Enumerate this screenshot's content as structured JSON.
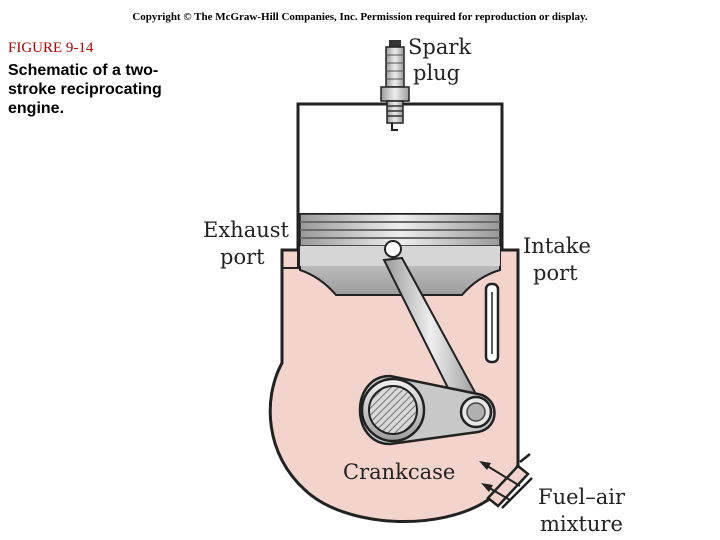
{
  "header": {
    "copyright": "Copyright © The McGraw-Hill Companies, Inc. Permission required for reproduction or display."
  },
  "figure": {
    "number": "FIGURE 9-14",
    "caption_lines": [
      "Schematic of a two-",
      "stroke reciprocating",
      "engine."
    ]
  },
  "diagram": {
    "labels": {
      "spark_plug": [
        "Spark",
        "plug"
      ],
      "exhaust_port": [
        "Exhaust",
        "port"
      ],
      "intake_port": [
        "Intake",
        "port"
      ],
      "crankcase": "Crankcase",
      "fuel_air_mixture": [
        "Fuel–air",
        "mixture"
      ]
    },
    "colors": {
      "crankcase_fill": "#f2d4cc",
      "outline": "#222222",
      "metal_light": "#e6e6e6",
      "metal_mid": "#b5b5b5",
      "metal_dark": "#8a8a8a"
    }
  }
}
